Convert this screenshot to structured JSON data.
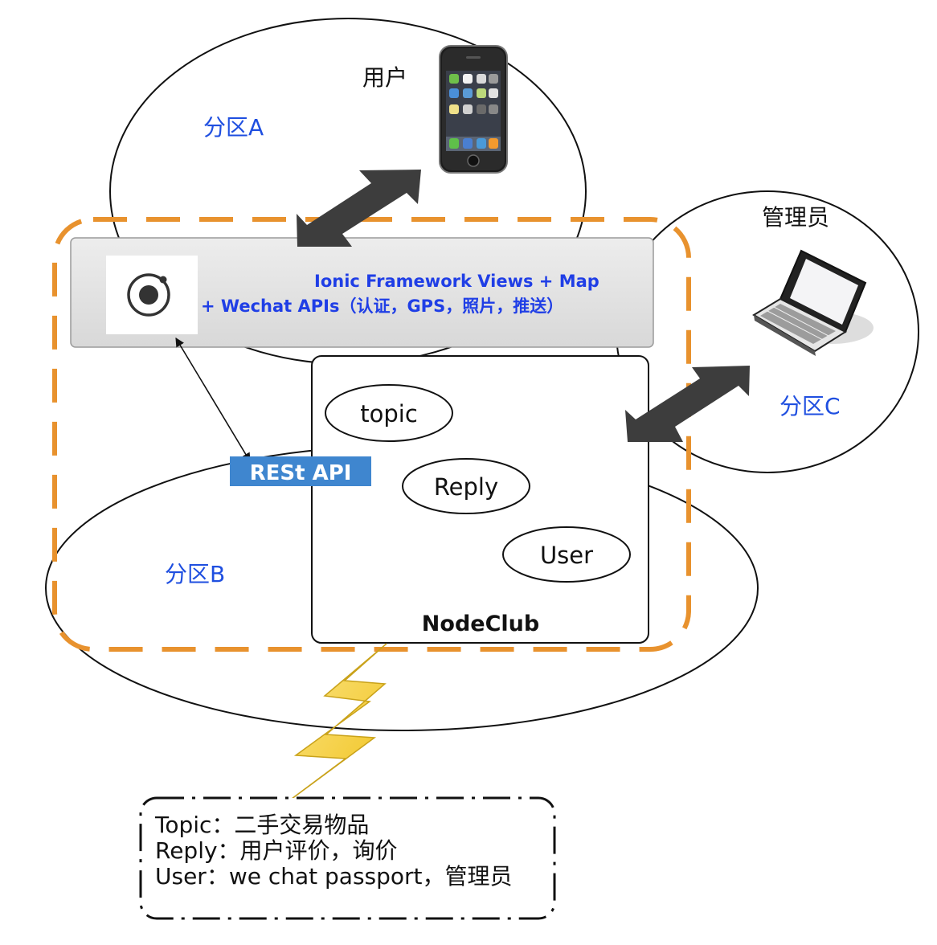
{
  "zones": {
    "a": "分区A",
    "b": "分区B",
    "c": "分区C"
  },
  "roles": {
    "user": "用户",
    "admin": "管理员"
  },
  "ionic": {
    "line1": "Ionic Framework Views + Map",
    "line2": "+ Wechat APIs（认证，GPS，照片，推送）"
  },
  "rest_api": "RESt API",
  "nodeclub": {
    "title": "NodeClub",
    "entities": [
      "topic",
      "Reply",
      "User"
    ]
  },
  "note": {
    "lines": [
      "Topic：二手交易物品",
      "Reply：用户评价，询价",
      "User：we chat passport，管理员"
    ]
  },
  "icons": {
    "phone": "iphone-icon",
    "laptop": "laptop-icon",
    "ionic": "ionic-logo-icon",
    "lightning": "lightning-bolt-icon"
  },
  "colors": {
    "zone_label": "#1f4fe0",
    "dashed_boundary": "#e8922e",
    "rest_api_bg": "#3f86cf",
    "arrow": "#3d3d3d",
    "lightning": "#f4d23a"
  }
}
